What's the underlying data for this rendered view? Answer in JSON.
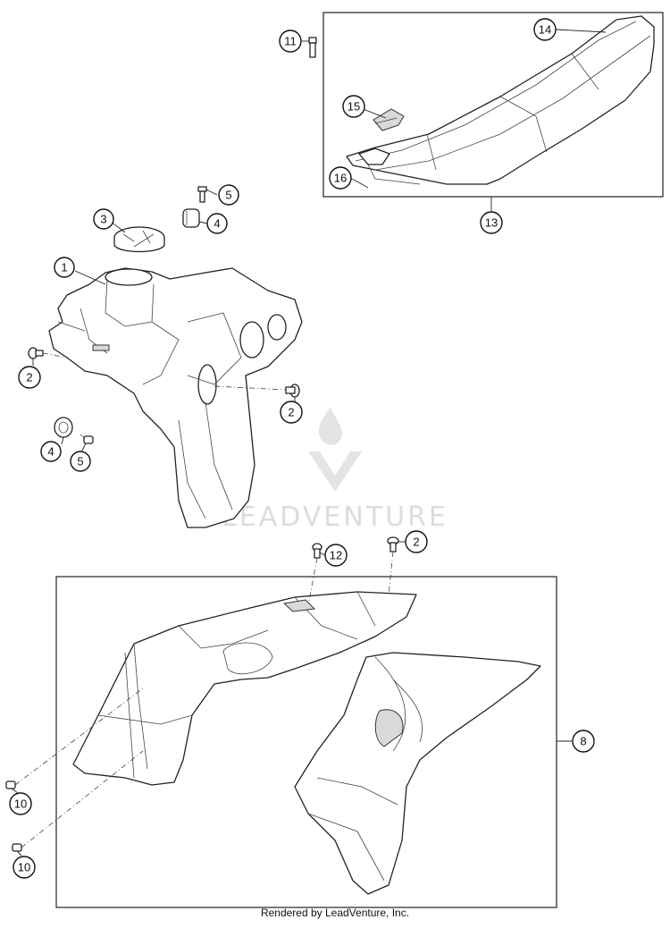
{
  "watermark": "LEADVENTURE",
  "footer": "Rendered by LeadVenture, Inc.",
  "callouts": {
    "c1": "1",
    "c2a": "2",
    "c2b": "2",
    "c2c": "2",
    "c3": "3",
    "c4a": "4",
    "c4b": "4",
    "c5a": "5",
    "c5b": "5",
    "c8": "8",
    "c10a": "10",
    "c10b": "10",
    "c11": "11",
    "c12": "12",
    "c13": "13",
    "c14": "14",
    "c15": "15",
    "c16": "16"
  },
  "colors": {
    "line": "#222222",
    "callout_fill": "#ffffff",
    "watermark": "#dcdcdc"
  }
}
